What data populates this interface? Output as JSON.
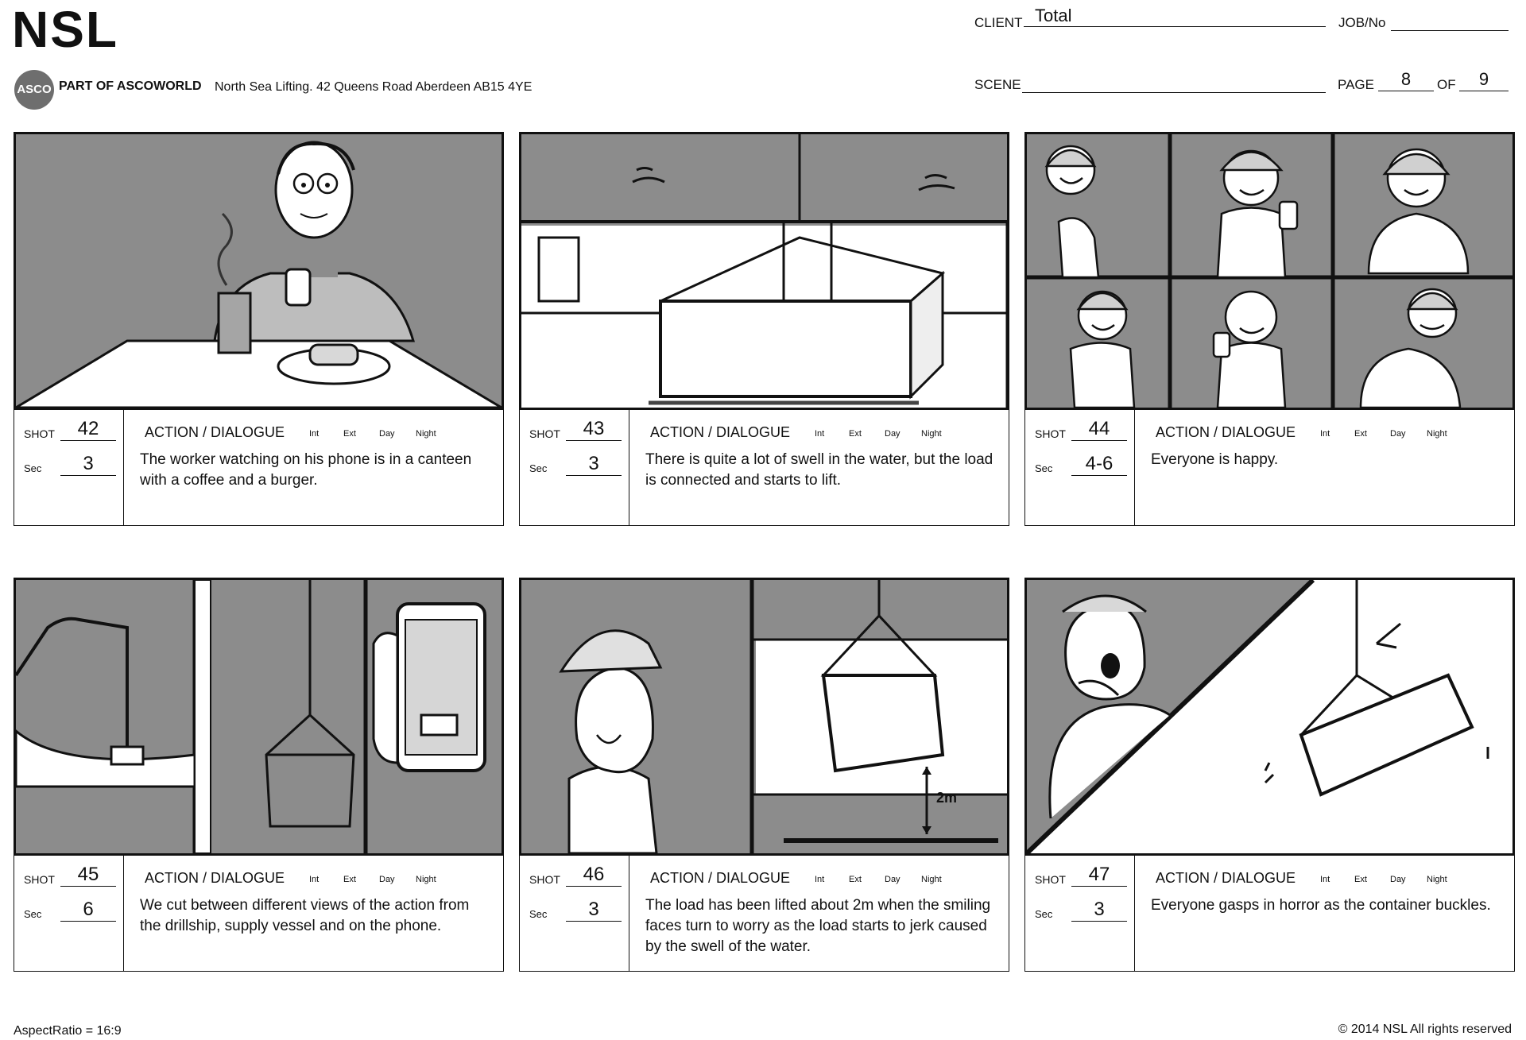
{
  "header": {
    "logo": "NSL",
    "asco_badge": "ASCO",
    "asco_tagline": "PART OF ASCOWORLD",
    "address": "North Sea Lifting. 42 Queens Road Aberdeen AB15 4YE",
    "client_label": "CLIENT",
    "client_value": "Total",
    "job_label": "JOB/No",
    "job_value": "",
    "scene_label": "SCENE",
    "scene_value": "",
    "page_label": "PAGE",
    "page_value": "8",
    "of_label": "OF",
    "of_value": "9"
  },
  "labels": {
    "shot": "SHOT",
    "sec": "Sec",
    "action": "ACTION / DIALOGUE",
    "int": "Int",
    "ext": "Ext",
    "day": "Day",
    "night": "Night"
  },
  "panels": [
    {
      "shot": "42",
      "sec": "3",
      "text": "The worker watching on his phone is in a canteen with a coffee and a burger."
    },
    {
      "shot": "43",
      "sec": "3",
      "text": "There is quite a lot of swell in the water, but the load is connected and starts to lift."
    },
    {
      "shot": "44",
      "sec": "4-6",
      "text": "Everyone is happy."
    },
    {
      "shot": "45",
      "sec": "6",
      "text": "We cut between different views of the action from the drillship, supply vessel and on the phone."
    },
    {
      "shot": "46",
      "sec": "3",
      "text": "The load has been lifted about 2m when the smiling faces turn to worry as the load starts to jerk caused by the swell of the water."
    },
    {
      "shot": "47",
      "sec": "3",
      "text": "Everyone gasps in horror as the container buckles."
    }
  ],
  "sketch_annotations": {
    "height_marker": "2m"
  },
  "footer": {
    "aspect": "AspectRatio = 16:9",
    "copyright": "© 2014 NSL All rights reserved"
  }
}
